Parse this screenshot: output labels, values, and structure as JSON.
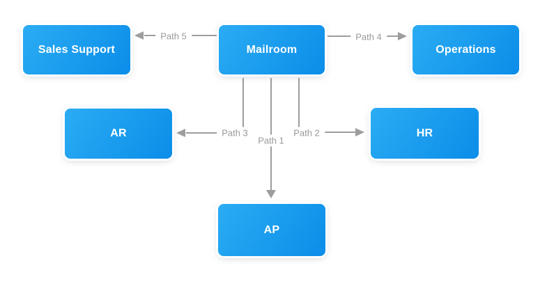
{
  "diagram": {
    "nodes": {
      "sales_support": {
        "label": "Sales Support"
      },
      "mailroom": {
        "label": "Mailroom"
      },
      "operations": {
        "label": "Operations"
      },
      "ar": {
        "label": "AR"
      },
      "hr": {
        "label": "HR"
      },
      "ap": {
        "label": "AP"
      }
    },
    "edges": {
      "path_1": {
        "label": "Path 1",
        "from": "Mailroom",
        "to": "AP",
        "direction": "down"
      },
      "path_2": {
        "label": "Path 2",
        "from": "Mailroom",
        "to": "HR",
        "direction": "right"
      },
      "path_3": {
        "label": "Path 3",
        "from": "Mailroom",
        "to": "AR",
        "direction": "left"
      },
      "path_4": {
        "label": "Path 4",
        "from": "Mailroom",
        "to": "Operations",
        "direction": "right"
      },
      "path_5": {
        "label": "Path 5",
        "from": "Mailroom",
        "to": "Sales Support",
        "direction": "left"
      }
    },
    "colors": {
      "node_gradient_start": "#2bacf3",
      "node_gradient_end": "#0b8de9",
      "node_text": "#ffffff",
      "edge_line": "#9d9d9d",
      "edge_label_text": "#999999",
      "background": "#ffffff"
    }
  }
}
